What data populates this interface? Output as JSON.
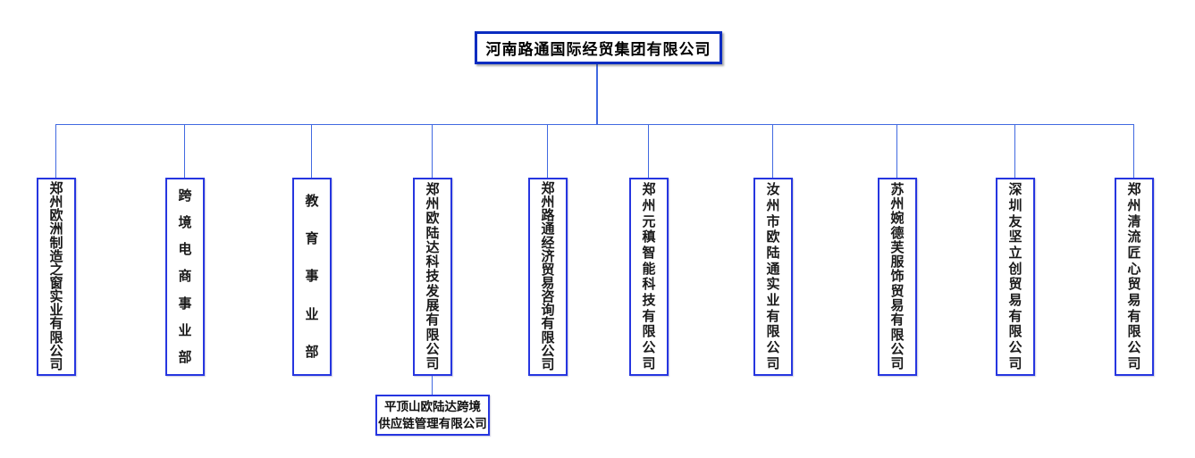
{
  "org": {
    "root": {
      "label": "河南路通国际经贸集团有限公司"
    },
    "subsidiaries": [
      {
        "label": "郑州欧洲制造之窗实业有限公司"
      },
      {
        "label": "跨境电商事业部"
      },
      {
        "label": "教育事业部"
      },
      {
        "label": "郑州欧陆达科技发展有限公司"
      },
      {
        "label": "郑州路通经济贸易咨询有限公司"
      },
      {
        "label": "郑州元稹智能科技有限公司"
      },
      {
        "label": "汝州市欧陆通实业有限公司"
      },
      {
        "label": "苏州婉德芙服饰贸易有限公司"
      },
      {
        "label": "深圳友坚立创贸易有限公司"
      },
      {
        "label": "郑州清流匠心贸易有限公司"
      }
    ],
    "grandchild": {
      "parent_index": 3,
      "lines": [
        "平顶山欧陆达跨境",
        "供应链管理有限公司"
      ]
    },
    "colors": {
      "line": "#4169e1",
      "box_border": "#2636e0",
      "root_border": "#0a2cc0",
      "text": "#111111",
      "background": "#ffffff"
    }
  }
}
